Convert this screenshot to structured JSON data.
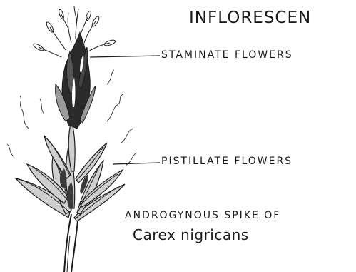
{
  "figure": {
    "title": "INFLORESCEN",
    "labels": {
      "staminate": "STAMINATE FLOWERS",
      "pistillate": "PISTILLATE FLOWERS"
    },
    "caption": {
      "line1": "ANDROGYNOUS SPIKE OF",
      "line2": "Carex nigricans"
    },
    "ink_color": "#1a1a1a"
  }
}
